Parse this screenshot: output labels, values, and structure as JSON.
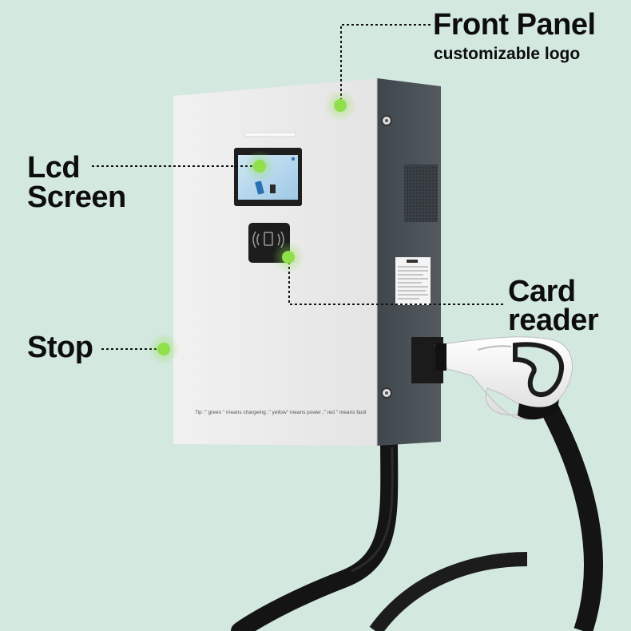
{
  "annotations": {
    "front_panel": {
      "title": "Front Panel",
      "subtitle": "customizable logo"
    },
    "lcd_screen": {
      "line1": "Lcd",
      "line2": "Screen"
    },
    "card_reader": {
      "line1": "Card",
      "line2": "reader"
    },
    "stop": {
      "label": "Stop"
    }
  },
  "device": {
    "tip_text": "Tip :\" green \" means chargeing ,\" yellow\" means power ,\" red \" means fault"
  },
  "colors": {
    "background": "#d3e8df",
    "hotspot": "#8fe04a",
    "panel_front": "#ededed",
    "panel_side": "#4a5257",
    "cable": "#141414",
    "text": "#0d0d0d"
  }
}
